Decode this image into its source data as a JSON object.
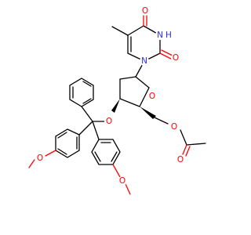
{
  "colors": {
    "carbon": "#000000",
    "nitrogen": "#2b2bff",
    "oxygen": "#ff0000",
    "background": "#ffffff"
  },
  "atoms": {
    "o_c4_carbonyl": "O",
    "n3_imide": "H",
    "n3_label": "N",
    "o_c2_carbonyl": "O",
    "n1_ring": "N",
    "o_furanose_ring": "O",
    "o_dmt_ether": "O",
    "o_acetate_ester": "O",
    "o_acetate_carbonyl": "O",
    "o_methoxy_left": "O",
    "o_methoxy_right": "O"
  }
}
